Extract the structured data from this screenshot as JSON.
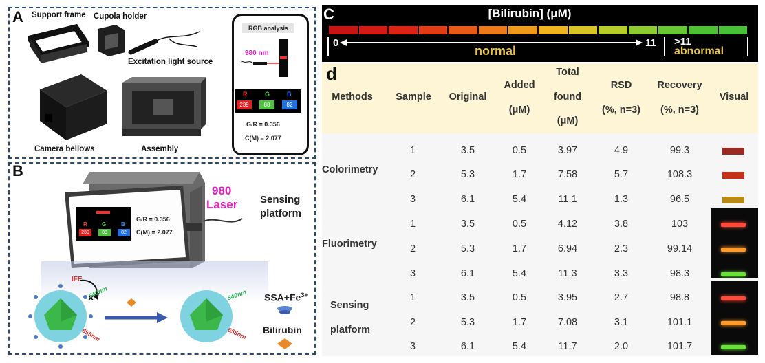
{
  "panel_a": {
    "label": "A",
    "support_frame": "Support frame",
    "cupola_holder": "Cupola holder",
    "excitation": "Excitation light source",
    "camera_bellows": "Camera bellows",
    "assembly": "Assembly",
    "phone": {
      "title": "RGB analysis",
      "laser": "980 nm",
      "r_label": "R",
      "g_label": "G",
      "b_label": "B",
      "r_value": "239",
      "g_value": "88",
      "b_value": "82",
      "gr": "G/R = 0.356",
      "cm": "C(M) = 2.077"
    }
  },
  "panel_b": {
    "label": "B",
    "laser_num": "980",
    "laser_word": "Laser",
    "sensing_1": "Sensing",
    "sensing_2": "platform",
    "screen": {
      "r_label": "R",
      "g_label": "G",
      "b_label": "B",
      "r_value": "239",
      "g_value": "88",
      "b_value": "82",
      "gr": "G/R = 0.356",
      "cm": "C(M) = 2.077"
    },
    "ife": "IFE",
    "nm540": "540nm",
    "nm655": "655nm",
    "ssa": "SSA+Fe",
    "ssa_sup": "3+",
    "bilirubin": "Bilirubin"
  },
  "panel_c": {
    "label": "C",
    "title": "[Bilirubin] (μM)",
    "zero": "0",
    "eleven": "11",
    "gt11": ">11",
    "normal": "normal",
    "abnormal": "abnormal",
    "colors": {
      "bar": [
        "#c81414",
        "#d41a14",
        "#dc2414",
        "#e23c16",
        "#e85a18",
        "#ec7a1a",
        "#f09a1c",
        "#f0b41e",
        "#d8c424",
        "#b8cc2a",
        "#8ccc30",
        "#66c834",
        "#4ec036",
        "#48c038"
      ],
      "label": "#e8c44c"
    }
  },
  "panel_d": {
    "label": "d",
    "headers": {
      "methods": "Methods",
      "sample": "Sample",
      "original": "Original",
      "added_1": "Added",
      "added_2": "(μM)",
      "total_1": "Total",
      "total_2": "found",
      "total_3": "(μM)",
      "rsd_1": "RSD",
      "rsd_2": "(%, n=3)",
      "rec_1": "Recovery",
      "rec_2": "(%, n=3)",
      "visual": "Visual"
    },
    "methods": {
      "colorimetry": "Colorimetry",
      "fluorimetry": "Fluorimetry",
      "sensing_1": "Sensing",
      "sensing_2": "platform"
    },
    "rows": [
      {
        "sample": "1",
        "original": "3.5",
        "added": "0.5",
        "total": "3.97",
        "rsd": "4.9",
        "recovery": "99.3"
      },
      {
        "sample": "2",
        "original": "5.3",
        "added": "1.7",
        "total": "7.58",
        "rsd": "5.7",
        "recovery": "108.3"
      },
      {
        "sample": "3",
        "original": "6.1",
        "added": "5.4",
        "total": "11.1",
        "rsd": "1.3",
        "recovery": "96.5"
      },
      {
        "sample": "1",
        "original": "3.5",
        "added": "0.5",
        "total": "4.12",
        "rsd": "3.8",
        "recovery": "103"
      },
      {
        "sample": "2",
        "original": "5.3",
        "added": "1.7",
        "total": "6.94",
        "rsd": "2.3",
        "recovery": "99.14"
      },
      {
        "sample": "3",
        "original": "6.1",
        "added": "5.4",
        "total": "11.3",
        "rsd": "3.3",
        "recovery": "98.3"
      },
      {
        "sample": "1",
        "original": "3.5",
        "added": "0.5",
        "total": "3.95",
        "rsd": "2.7",
        "recovery": "98.8"
      },
      {
        "sample": "2",
        "original": "5.3",
        "added": "1.7",
        "total": "7.08",
        "rsd": "3.1",
        "recovery": "101.1"
      },
      {
        "sample": "3",
        "original": "6.1",
        "added": "5.4",
        "total": "11.7",
        "rsd": "2.0",
        "recovery": "101.7"
      }
    ],
    "visual_colors": [
      "#9c2a22",
      "#c8301a",
      "#b88a14",
      "#ff4a3a",
      "#ff9a2a",
      "#6ae03a",
      "#ff4a3a",
      "#ff9a2a",
      "#6ae03a"
    ]
  }
}
